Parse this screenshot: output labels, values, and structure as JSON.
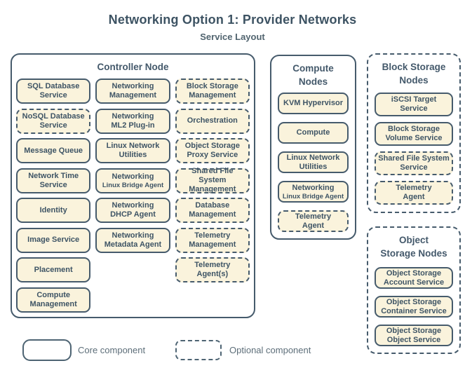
{
  "title": "Networking Option 1: Provider Networks",
  "subtitle": "Service Layout",
  "colors": {
    "component_fill": "#faf3dc",
    "line_slate": "#465b6c",
    "text_slate": "#3e5465",
    "legend_text": "#5d6e79"
  },
  "nodes": {
    "controller": {
      "title": "Controller Node",
      "optional": false,
      "boxes": [
        {
          "label": "SQL Database Service",
          "optional": false
        },
        {
          "label": "Networking\nManagement",
          "optional": false
        },
        {
          "label": "Block Storage\nManagement",
          "optional": true
        },
        {
          "label": "NoSQL Database Service",
          "optional": true
        },
        {
          "label": "Networking\nML2 Plug-in",
          "optional": false
        },
        {
          "label": "Orchestration",
          "optional": true
        },
        {
          "label": "Message Queue",
          "optional": false
        },
        {
          "label": "Linux Network\nUtilities",
          "optional": false
        },
        {
          "label": "Object Storage\nProxy Service",
          "optional": true
        },
        {
          "label": "Network Time\nService",
          "optional": false
        },
        {
          "label": "Networking",
          "sublabel": "Linux Bridge Agent",
          "optional": false
        },
        {
          "label": "Shared File System\nManagement",
          "optional": true
        },
        {
          "label": "Identity",
          "optional": false
        },
        {
          "label": "Networking\nDHCP Agent",
          "optional": false
        },
        {
          "label": "Database\nManagement",
          "optional": true
        },
        {
          "label": "Image Service",
          "optional": false
        },
        {
          "label": "Networking\nMetadata Agent",
          "optional": false
        },
        {
          "label": "Telemetry\nManagement",
          "optional": true
        },
        {
          "label": "Placement",
          "optional": false
        },
        {
          "label": "Telemetry\nAgent(s)",
          "optional": true
        },
        {
          "label": "Compute\nManagement",
          "optional": false
        }
      ]
    },
    "compute": {
      "title": "Compute\nNodes",
      "optional": false,
      "boxes": [
        {
          "label": "KVM Hypervisor",
          "optional": false
        },
        {
          "label": "Compute",
          "optional": false
        },
        {
          "label": "Linux Network\nUtilities",
          "optional": false
        },
        {
          "label": "Networking",
          "sublabel": "Linux Bridge Agent",
          "optional": false
        },
        {
          "label": "Telemetry\nAgent",
          "optional": true
        }
      ]
    },
    "block_storage": {
      "title": "Block Storage\nNodes",
      "optional": true,
      "boxes": [
        {
          "label": "iSCSI Target\nService",
          "optional": false
        },
        {
          "label": "Block Storage\nVolume Service",
          "optional": false
        },
        {
          "label": "Shared File System\nService",
          "optional": true
        },
        {
          "label": "Telemetry\nAgent",
          "optional": true
        }
      ]
    },
    "object_storage": {
      "title": "Object\nStorage Nodes",
      "optional": true,
      "boxes": [
        {
          "label": "Object Storage\nAccount Service",
          "optional": false
        },
        {
          "label": "Object Storage\nContainer Service",
          "optional": false
        },
        {
          "label": "Object Storage\nObject Service",
          "optional": false
        }
      ]
    }
  },
  "legend": {
    "core_label": "Core component",
    "optional_label": "Optional component"
  }
}
